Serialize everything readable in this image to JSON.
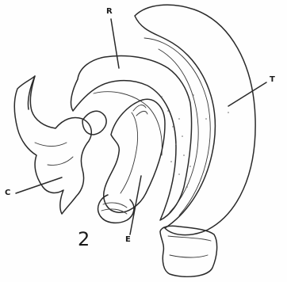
{
  "figure": {
    "number": "2",
    "labels": {
      "R": "R",
      "T": "T",
      "C": "C",
      "E": "E"
    }
  }
}
